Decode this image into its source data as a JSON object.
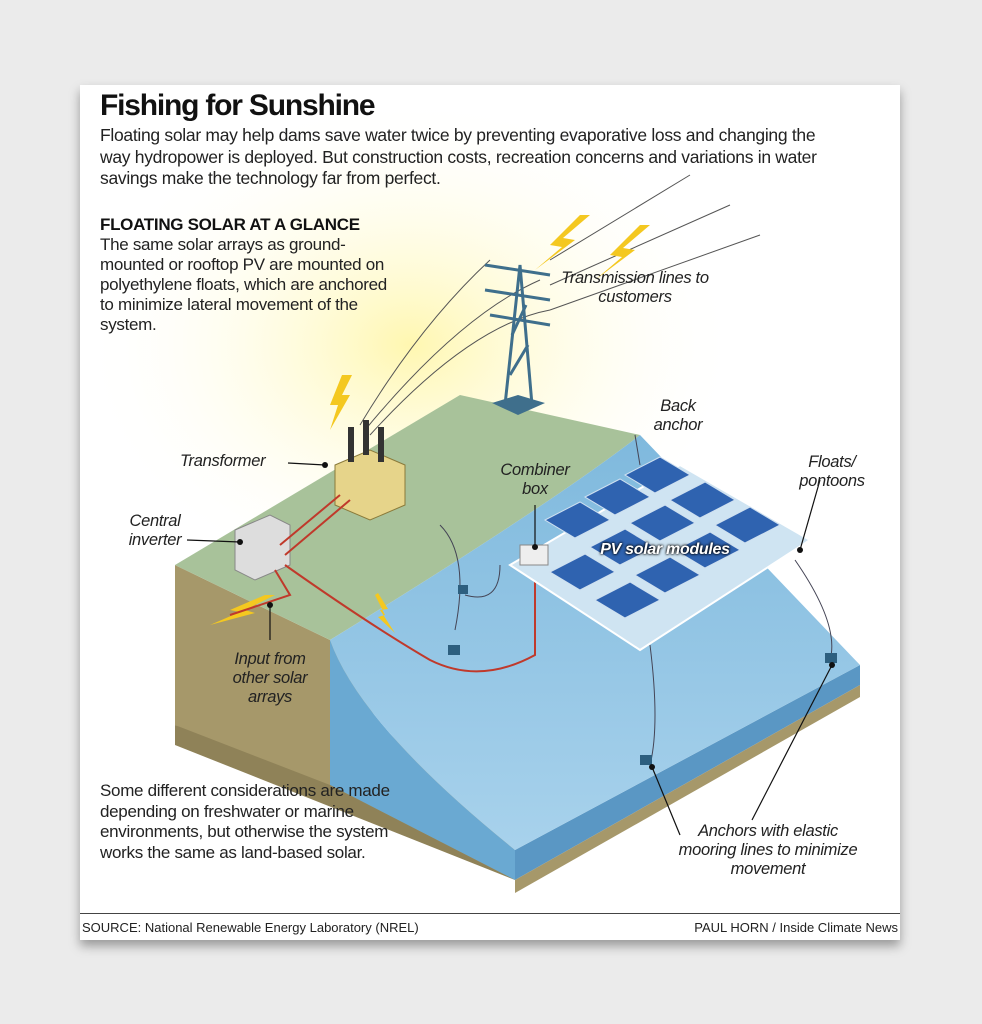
{
  "title": "Fishing for Sunshine",
  "intro": "Floating solar may help dams save water twice by preventing evaporative loss and changing the way hydropower is deployed. But construction costs, recreation concerns and variations in water savings make the technology far from perfect.",
  "glance": {
    "heading": "FLOATING SOLAR AT A GLANCE",
    "text": "The same solar arrays as ground-mounted or rooftop PV are mounted on polyethylene floats, which are anchored to minimize lateral movement of the system."
  },
  "note": "Some different considerations are made depending on freshwater or marine environments, but otherwise the system works the same as land-based solar.",
  "labels": {
    "transmission": "Transmission lines to customers",
    "transformer": "Transformer",
    "central_inverter": "Central inverter",
    "back_anchor": "Back anchor",
    "combiner_box": "Combiner box",
    "floats": "Floats/ pontoons",
    "pv_modules": "PV solar modules",
    "input": "Input from other solar arrays",
    "anchors": "Anchors with elastic mooring lines to minimize movement"
  },
  "footer": {
    "source": "SOURCE: National Renewable Energy Laboratory (NREL)",
    "credit": "PAUL HORN / Inside Climate News"
  },
  "colors": {
    "land": "#a8c29a",
    "water": "#7fb9dd",
    "earth": "#a6986a",
    "panel": "#2f63b0",
    "sun": "#fff3a0"
  }
}
